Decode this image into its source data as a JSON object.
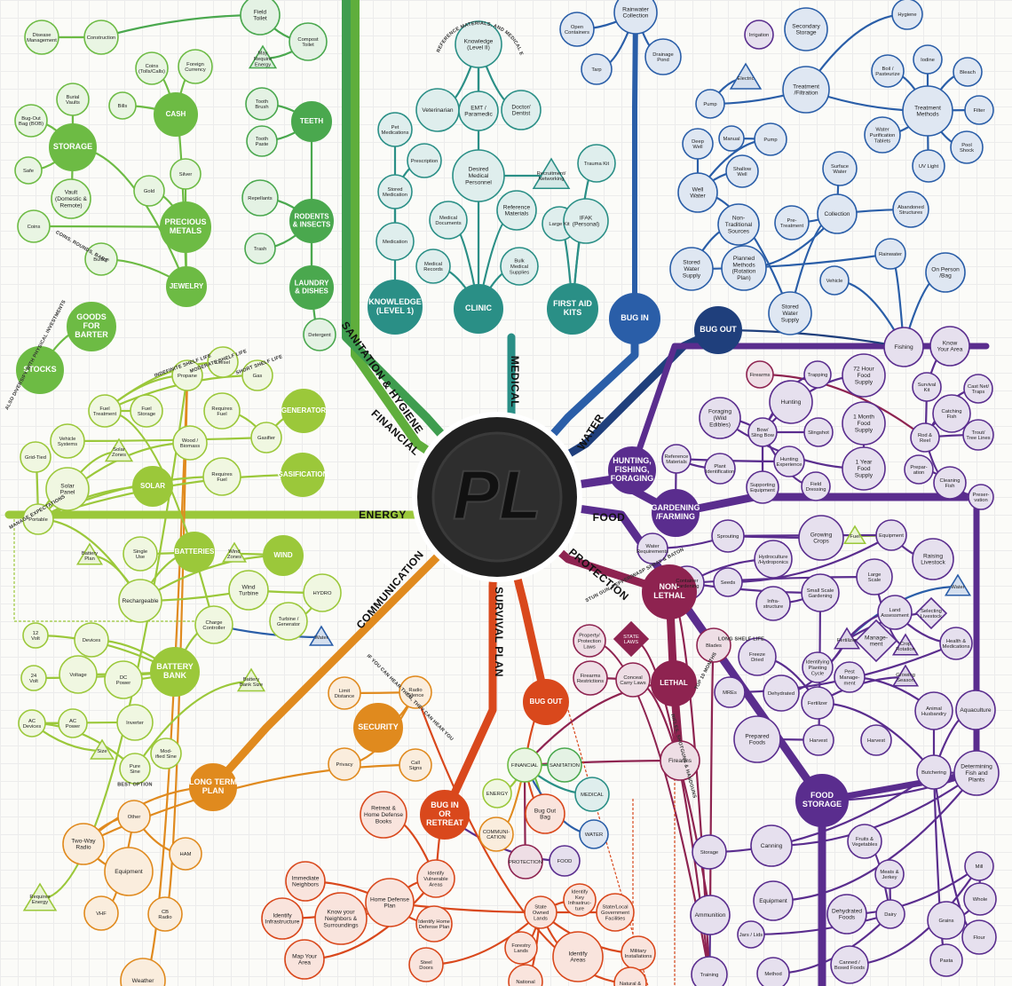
{
  "hub": {
    "logo_text": "PL"
  },
  "categories": [
    {
      "id": "financial",
      "label": "FINANCIAL",
      "color": "#5fae3c"
    },
    {
      "id": "sanitation",
      "label": "SANITATION & HYGIENE",
      "color": "#3f9d4f"
    },
    {
      "id": "medical",
      "label": "MEDICAL",
      "color": "#2a8f86"
    },
    {
      "id": "water",
      "label": "WATER",
      "color": "#2a5ea8"
    },
    {
      "id": "food",
      "label": "FOOD",
      "color": "#5a2d8e"
    },
    {
      "id": "protection",
      "label": "PROTECTION",
      "color": "#8e2350"
    },
    {
      "id": "survival",
      "label": "SURVIVAL PLAN",
      "color": "#d9481c"
    },
    {
      "id": "communication",
      "label": "COMMUNICATION",
      "color": "#e08a1e"
    },
    {
      "id": "energy",
      "label": "ENERGY",
      "color": "#9bc83a"
    }
  ],
  "nodes": [
    {
      "t": "Disease\nManagement",
      "c": "#6dbb44"
    },
    {
      "t": "Construction",
      "c": "#6dbb44"
    },
    {
      "t": "Field\nToilet",
      "c": "#4aa84e"
    },
    {
      "t": "Compost\nToilet",
      "c": "#4aa84e"
    },
    {
      "t": "May\nRequire\nEnergy",
      "c": "#4aa84e"
    },
    {
      "t": "Coins\n(Tolls/Calls)",
      "c": "#6dbb44"
    },
    {
      "t": "Foreign\nCurrency",
      "c": "#6dbb44"
    },
    {
      "t": "Bills",
      "c": "#6dbb44"
    },
    {
      "t": "CASH",
      "c": "#6dbb44"
    },
    {
      "t": "Burial\nVaults",
      "c": "#6dbb44"
    },
    {
      "t": "Bug-Out\nBag (BOB)",
      "c": "#6dbb44"
    },
    {
      "t": "STORAGE",
      "c": "#6dbb44"
    },
    {
      "t": "Safe",
      "c": "#6dbb44"
    },
    {
      "t": "Vault\n(Domestic &\nRemote)",
      "c": "#6dbb44"
    },
    {
      "t": "Coins",
      "c": "#6dbb44"
    },
    {
      "t": "Gold",
      "c": "#6dbb44"
    },
    {
      "t": "Silver",
      "c": "#6dbb44"
    },
    {
      "t": "PRECIOUS\nMETALS",
      "c": "#6dbb44"
    },
    {
      "t": "Bullion",
      "c": "#6dbb44"
    },
    {
      "t": "JEWELRY",
      "c": "#6dbb44"
    },
    {
      "t": "GOODS\nFOR\nBARTER",
      "c": "#6dbb44"
    },
    {
      "t": "STOCKS",
      "c": "#6dbb44"
    },
    {
      "t": "Tooth\nBrush",
      "c": "#4aa84e"
    },
    {
      "t": "Tooth\nPaste",
      "c": "#4aa84e"
    },
    {
      "t": "TEETH",
      "c": "#4aa84e"
    },
    {
      "t": "Repellants",
      "c": "#4aa84e"
    },
    {
      "t": "RODENTS\n& INSECTS",
      "c": "#4aa84e"
    },
    {
      "t": "Trash",
      "c": "#4aa84e"
    },
    {
      "t": "LAUNDRY\n& DISHES",
      "c": "#4aa84e"
    },
    {
      "t": "Detergent",
      "c": "#4aa84e"
    },
    {
      "t": "Knowledge\n(Level II)",
      "c": "#2a8f86"
    },
    {
      "t": "Veterinarian",
      "c": "#2a8f86"
    },
    {
      "t": "EMT /\nParamedic",
      "c": "#2a8f86"
    },
    {
      "t": "Doctor/\nDentist",
      "c": "#2a8f86"
    },
    {
      "t": "Pet\nMedications",
      "c": "#2a8f86"
    },
    {
      "t": "Prescription",
      "c": "#2a8f86"
    },
    {
      "t": "Stored\nMedication",
      "c": "#2a8f86"
    },
    {
      "t": "Medication",
      "c": "#2a8f86"
    },
    {
      "t": "Desired\nMedical\nPersonnel",
      "c": "#2a8f86"
    },
    {
      "t": "Recruitment/\nNetworking",
      "c": "#2a8f86"
    },
    {
      "t": "Trauma Kit",
      "c": "#2a8f86"
    },
    {
      "t": "Medical\nDocuments",
      "c": "#2a8f86"
    },
    {
      "t": "Reference\nMaterials",
      "c": "#2a8f86"
    },
    {
      "t": "Large Kit",
      "c": "#2a8f86"
    },
    {
      "t": "Medical\nRecords",
      "c": "#2a8f86"
    },
    {
      "t": "Bulk\nMedical\nSupplies",
      "c": "#2a8f86"
    },
    {
      "t": "IFAK\n(Personal)",
      "c": "#2a8f86"
    },
    {
      "t": "KNOWLEDGE\n(LEVEL 1)",
      "c": "#2a8f86"
    },
    {
      "t": "CLINIC",
      "c": "#2a8f86"
    },
    {
      "t": "FIRST AID\nKITS",
      "c": "#2a8f86"
    },
    {
      "t": "Rainwater\nCollection",
      "c": "#2a5ea8"
    },
    {
      "t": "Open\nContainers",
      "c": "#2a5ea8"
    },
    {
      "t": "Tarp",
      "c": "#2a5ea8"
    },
    {
      "t": "Drainage\nPond",
      "c": "#2a5ea8"
    },
    {
      "t": "Irrigation",
      "c": "#5a2d8e"
    },
    {
      "t": "Secondary\nStorage",
      "c": "#2a5ea8"
    },
    {
      "t": "Hygiene",
      "c": "#2a5ea8"
    },
    {
      "t": "Electric",
      "c": "#2a5ea8"
    },
    {
      "t": "Pump",
      "c": "#2a5ea8"
    },
    {
      "t": "Treatment\n/Filtration",
      "c": "#2a5ea8"
    },
    {
      "t": "Boil /\nPasteurize",
      "c": "#2a5ea8"
    },
    {
      "t": "Iodine",
      "c": "#2a5ea8"
    },
    {
      "t": "Bleach",
      "c": "#2a5ea8"
    },
    {
      "t": "Treatment\nMethods",
      "c": "#2a5ea8"
    },
    {
      "t": "Filter",
      "c": "#2a5ea8"
    },
    {
      "t": "Water\nPurification\nTablets",
      "c": "#2a5ea8"
    },
    {
      "t": "UV Light",
      "c": "#2a5ea8"
    },
    {
      "t": "Pool\nShock",
      "c": "#2a5ea8"
    },
    {
      "t": "Deep\nWell",
      "c": "#2a5ea8"
    },
    {
      "t": "Manual",
      "c": "#2a5ea8"
    },
    {
      "t": "Pump",
      "c": "#2a5ea8"
    },
    {
      "t": "Shallow\nWell",
      "c": "#2a5ea8"
    },
    {
      "t": "Well\nWater",
      "c": "#2a5ea8"
    },
    {
      "t": "Surface\nWater",
      "c": "#2a5ea8"
    },
    {
      "t": "Non-\nTraditional\nSources",
      "c": "#2a5ea8"
    },
    {
      "t": "Pre-\nTreatment",
      "c": "#2a5ea8"
    },
    {
      "t": "Collection",
      "c": "#2a5ea8"
    },
    {
      "t": "Abandoned\nStructures",
      "c": "#2a5ea8"
    },
    {
      "t": "Stored\nWater\nSupply",
      "c": "#2a5ea8"
    },
    {
      "t": "Planned\nMethods\n(Rotation\nPlan)",
      "c": "#2a5ea8"
    },
    {
      "t": "Rainwater",
      "c": "#2a5ea8"
    },
    {
      "t": "Vehicle",
      "c": "#2a5ea8"
    },
    {
      "t": "On Person\n/Bag",
      "c": "#2a5ea8"
    },
    {
      "t": "BUG IN",
      "c": "#2a5ea8"
    },
    {
      "t": "Stored\nWater\nSupply",
      "c": "#2a5ea8"
    },
    {
      "t": "BUG OUT",
      "c": "#1f3f7c"
    },
    {
      "t": "Fishing",
      "c": "#5a2d8e"
    },
    {
      "t": "Know\nYour Area",
      "c": "#5a2d8e"
    },
    {
      "t": "Survival\nKit",
      "c": "#5a2d8e"
    },
    {
      "t": "Cast Net/\nTraps",
      "c": "#5a2d8e"
    },
    {
      "t": "Catching\nFish",
      "c": "#5a2d8e"
    },
    {
      "t": "Rod &\nReel",
      "c": "#5a2d8e"
    },
    {
      "t": "Trout/\nTree Lines",
      "c": "#5a2d8e"
    },
    {
      "t": "Firearms",
      "c": "#8e2350"
    },
    {
      "t": "Trapping",
      "c": "#5a2d8e"
    },
    {
      "t": "Hunting",
      "c": "#5a2d8e"
    },
    {
      "t": "Bow/\nSling Bow",
      "c": "#5a2d8e"
    },
    {
      "t": "Slingshot",
      "c": "#5a2d8e"
    },
    {
      "t": "72 Hour\nFood\nSupply",
      "c": "#5a2d8e"
    },
    {
      "t": "1 Month\nFood\nSupply",
      "c": "#5a2d8e"
    },
    {
      "t": "1 Year\nFood\nSupply",
      "c": "#5a2d8e"
    },
    {
      "t": "Foraging\n(Wild\nEdibles)",
      "c": "#5a2d8e"
    },
    {
      "t": "Reference\nMaterials",
      "c": "#5a2d8e"
    },
    {
      "t": "Plant\nIdentification",
      "c": "#5a2d8e"
    },
    {
      "t": "Hunting\nExperience",
      "c": "#5a2d8e"
    },
    {
      "t": "Supporting\nEquipment",
      "c": "#5a2d8e"
    },
    {
      "t": "Field\nDressing",
      "c": "#5a2d8e"
    },
    {
      "t": "Prepar-\nation",
      "c": "#5a2d8e"
    },
    {
      "t": "Cleaning\nFish",
      "c": "#5a2d8e"
    },
    {
      "t": "Preser-\nvation",
      "c": "#5a2d8e"
    },
    {
      "t": "HUNTING,\nFISHING,\nFORAGING",
      "c": "#5a2d8e"
    },
    {
      "t": "GARDENING\n/FARMING",
      "c": "#5a2d8e"
    },
    {
      "t": "Water\nRequirements",
      "c": "#5a2d8e"
    },
    {
      "t": "Sprouting",
      "c": "#5a2d8e"
    },
    {
      "t": "Growing\nCrops",
      "c": "#5a2d8e"
    },
    {
      "t": "Fuel",
      "c": "#9bc83a"
    },
    {
      "t": "Equipment",
      "c": "#5a2d8e"
    },
    {
      "t": "Raising\nLivestock",
      "c": "#5a2d8e"
    },
    {
      "t": "Hydroculture\n/Hydroponics",
      "c": "#5a2d8e"
    },
    {
      "t": "Seeds",
      "c": "#5a2d8e"
    },
    {
      "t": "Container\nGardening",
      "c": "#5a2d8e"
    },
    {
      "t": "Infra-\nstructure",
      "c": "#5a2d8e"
    },
    {
      "t": "Small Scale\nGardening",
      "c": "#5a2d8e"
    },
    {
      "t": "Large\nScale",
      "c": "#5a2d8e"
    },
    {
      "t": "Water",
      "c": "#2a5ea8"
    },
    {
      "t": "Land\nAssessment",
      "c": "#5a2d8e"
    },
    {
      "t": "Selecting\nLivestock",
      "c": "#5a2d8e"
    },
    {
      "t": "Fertilizer",
      "c": "#5a2d8e"
    },
    {
      "t": "Manage-\nment",
      "c": "#5a2d8e"
    },
    {
      "t": "Crop\nRotation",
      "c": "#5a2d8e"
    },
    {
      "t": "Health &\nMedications",
      "c": "#5a2d8e"
    },
    {
      "t": "Identifying\nPlanting\nCycle",
      "c": "#5a2d8e"
    },
    {
      "t": "Pest\nManage-\nment",
      "c": "#5a2d8e"
    },
    {
      "t": "Growing\nSeason",
      "c": "#5a2d8e"
    },
    {
      "t": "Freeze\nDried",
      "c": "#5a2d8e"
    },
    {
      "t": "MREs",
      "c": "#5a2d8e"
    },
    {
      "t": "Dehydrated",
      "c": "#5a2d8e"
    },
    {
      "t": "Fertilizer",
      "c": "#5a2d8e"
    },
    {
      "t": "Animal\nHusbandry",
      "c": "#5a2d8e"
    },
    {
      "t": "Aquaculture",
      "c": "#5a2d8e"
    },
    {
      "t": "Prepared\nFoods",
      "c": "#5a2d8e"
    },
    {
      "t": "Harvest",
      "c": "#5a2d8e"
    },
    {
      "t": "Harvest",
      "c": "#5a2d8e"
    },
    {
      "t": "Butchering",
      "c": "#5a2d8e"
    },
    {
      "t": "Determining\nFish and\nPlants",
      "c": "#5a2d8e"
    },
    {
      "t": "FOOD\nSTORAGE",
      "c": "#5a2d8e"
    },
    {
      "t": "Canning",
      "c": "#5a2d8e"
    },
    {
      "t": "Equipment",
      "c": "#5a2d8e"
    },
    {
      "t": "Jars / Lids",
      "c": "#5a2d8e"
    },
    {
      "t": "Method",
      "c": "#5a2d8e"
    },
    {
      "t": "Fruits &\nVegetables",
      "c": "#5a2d8e"
    },
    {
      "t": "Meats &\nJerkey",
      "c": "#5a2d8e"
    },
    {
      "t": "Dairy",
      "c": "#5a2d8e"
    },
    {
      "t": "Dehydrated\nFoods",
      "c": "#5a2d8e"
    },
    {
      "t": "Canned /\nBoxed Foods",
      "c": "#5a2d8e"
    },
    {
      "t": "Mill",
      "c": "#5a2d8e"
    },
    {
      "t": "Whole",
      "c": "#5a2d8e"
    },
    {
      "t": "Grains",
      "c": "#5a2d8e"
    },
    {
      "t": "Flour",
      "c": "#5a2d8e"
    },
    {
      "t": "Pasta",
      "c": "#5a2d8e"
    },
    {
      "t": "Storage",
      "c": "#5a2d8e"
    },
    {
      "t": "Ammunition",
      "c": "#5a2d8e"
    },
    {
      "t": "Training",
      "c": "#5a2d8e"
    },
    {
      "t": "NON-\nLETHAL",
      "c": "#8e2350"
    },
    {
      "t": "STATE\nLAWS",
      "c": "#8e2350"
    },
    {
      "t": "Property/\nProtection\nLaws",
      "c": "#8e2350"
    },
    {
      "t": "Firearms\nRestrictions",
      "c": "#8e2350"
    },
    {
      "t": "Conceal\nCarry Laws",
      "c": "#8e2350"
    },
    {
      "t": "Blades",
      "c": "#8e2350"
    },
    {
      "t": "LETHAL",
      "c": "#8e2350"
    },
    {
      "t": "Firearms",
      "c": "#8e2350"
    },
    {
      "t": "BUG OUT",
      "c": "#d9481c"
    },
    {
      "t": "FINANCIAL",
      "c": "#6dbb44"
    },
    {
      "t": "SANITATION",
      "c": "#4aa84e"
    },
    {
      "t": "ENERGY",
      "c": "#9bc83a"
    },
    {
      "t": "MEDICAL",
      "c": "#2a8f86"
    },
    {
      "t": "Bug Out\nBag",
      "c": "#d9481c"
    },
    {
      "t": "COMMUNI-\nCATION",
      "c": "#e08a1e"
    },
    {
      "t": "WATER",
      "c": "#2a5ea8"
    },
    {
      "t": "PROTECTION",
      "c": "#8e2350"
    },
    {
      "t": "FOOD",
      "c": "#5a2d8e"
    },
    {
      "t": "BUG IN\nOR\nRETREAT",
      "c": "#d9481c"
    },
    {
      "t": "Retreat &\nHome Defense\nBooks",
      "c": "#d9481c"
    },
    {
      "t": "Identify\nVulnerable\nAreas",
      "c": "#d9481c"
    },
    {
      "t": "Immediate\nNeighbors",
      "c": "#d9481c"
    },
    {
      "t": "Home Defense\nPlan",
      "c": "#d9481c"
    },
    {
      "t": "Identify\nInfrastructure",
      "c": "#d9481c"
    },
    {
      "t": "Know your\nNeighbors &\nSurroundings",
      "c": "#d9481c"
    },
    {
      "t": "Identify Home\nDefense Plan",
      "c": "#d9481c"
    },
    {
      "t": "Map Your\nArea",
      "c": "#d9481c"
    },
    {
      "t": "Steel\nDoors",
      "c": "#d9481c"
    },
    {
      "t": "Identify\nKey\nInfrastruc-\nture",
      "c": "#d9481c"
    },
    {
      "t": "State\nOwned\nLands",
      "c": "#d9481c"
    },
    {
      "t": "State/Local\nGovernment\nFacilities",
      "c": "#d9481c"
    },
    {
      "t": "Forestry\nLands",
      "c": "#d9481c"
    },
    {
      "t": "Identify\nAreas",
      "c": "#d9481c"
    },
    {
      "t": "Military\nInstallations",
      "c": "#d9481c"
    },
    {
      "t": "National",
      "c": "#d9481c"
    },
    {
      "t": "Natural &",
      "c": "#d9481c"
    },
    {
      "t": "Limit\nDistance",
      "c": "#e08a1e"
    },
    {
      "t": "Radio\nSilence",
      "c": "#e08a1e"
    },
    {
      "t": "SECURITY",
      "c": "#e08a1e"
    },
    {
      "t": "Privacy",
      "c": "#e08a1e"
    },
    {
      "t": "Call\nSigns",
      "c": "#e08a1e"
    },
    {
      "t": "LONG TERM\nPLAN",
      "c": "#e08a1e"
    },
    {
      "t": "Other",
      "c": "#e08a1e"
    },
    {
      "t": "Two-Way\nRadio",
      "c": "#e08a1e"
    },
    {
      "t": "Equipment",
      "c": "#e08a1e"
    },
    {
      "t": "HAM",
      "c": "#e08a1e"
    },
    {
      "t": "VHF",
      "c": "#e08a1e"
    },
    {
      "t": "CB\nRadio",
      "c": "#e08a1e"
    },
    {
      "t": "Requires\nEnergy",
      "c": "#9bc83a"
    },
    {
      "t": "Weather",
      "c": "#e08a1e"
    },
    {
      "t": "Propane",
      "c": "#9bc83a"
    },
    {
      "t": "Diesel",
      "c": "#9bc83a"
    },
    {
      "t": "Gas",
      "c": "#9bc83a"
    },
    {
      "t": "Fuel\nTreatment",
      "c": "#9bc83a"
    },
    {
      "t": "Fuel\nStorage",
      "c": "#9bc83a"
    },
    {
      "t": "Requires\nFuel",
      "c": "#9bc83a"
    },
    {
      "t": "GENERATOR",
      "c": "#9bc83a"
    },
    {
      "t": "Vehicle\nSystems",
      "c": "#9bc83a"
    },
    {
      "t": "Gasifier",
      "c": "#9bc83a"
    },
    {
      "t": "Wood /\nBiomass",
      "c": "#9bc83a"
    },
    {
      "t": "Grid-Tied",
      "c": "#9bc83a"
    },
    {
      "t": "Solar\nZones",
      "c": "#9bc83a"
    },
    {
      "t": "Solar\nPanel",
      "c": "#9bc83a"
    },
    {
      "t": "SOLAR",
      "c": "#9bc83a"
    },
    {
      "t": "Requires\nFuel",
      "c": "#9bc83a"
    },
    {
      "t": "GASIFICATION",
      "c": "#9bc83a"
    },
    {
      "t": "Portable",
      "c": "#9bc83a"
    },
    {
      "t": "Battery\nPlan",
      "c": "#9bc83a"
    },
    {
      "t": "Single\nUse",
      "c": "#9bc83a"
    },
    {
      "t": "BATTERIES",
      "c": "#9bc83a"
    },
    {
      "t": "Wind\nZones",
      "c": "#9bc83a"
    },
    {
      "t": "WIND",
      "c": "#9bc83a"
    },
    {
      "t": "Rechargeable",
      "c": "#9bc83a"
    },
    {
      "t": "Wind\nTurbine",
      "c": "#9bc83a"
    },
    {
      "t": "HYDRO",
      "c": "#9bc83a"
    },
    {
      "t": "Turbine /\nGenerator",
      "c": "#9bc83a"
    },
    {
      "t": "Water",
      "c": "#2a5ea8"
    },
    {
      "t": "Charge\nController",
      "c": "#9bc83a"
    },
    {
      "t": "12\nVolt",
      "c": "#9bc83a"
    },
    {
      "t": "Devices",
      "c": "#9bc83a"
    },
    {
      "t": "24\nVolt",
      "c": "#9bc83a"
    },
    {
      "t": "Voltage",
      "c": "#9bc83a"
    },
    {
      "t": "DC\nPower",
      "c": "#9bc83a"
    },
    {
      "t": "BATTERY\nBANK",
      "c": "#9bc83a"
    },
    {
      "t": "Battery\nBank Size",
      "c": "#9bc83a"
    },
    {
      "t": "AC\nDevices",
      "c": "#9bc83a"
    },
    {
      "t": "AC\nPower",
      "c": "#9bc83a"
    },
    {
      "t": "Inverter",
      "c": "#9bc83a"
    },
    {
      "t": "Size",
      "c": "#9bc83a"
    },
    {
      "t": "Pure\nSine",
      "c": "#9bc83a"
    },
    {
      "t": "Mod-\nified Sine",
      "c": "#9bc83a"
    }
  ],
  "annotations": [
    "BEST OPTION",
    "ALSO DIVERSIFY WITH PHYSICAL INVESTMENTS",
    "COINS, ROUNDS, BARS",
    "ADVANCED REFERENCE MATERIALS, AND MEDICAL EQUIPMENT",
    "STUN GUN, PEPPER/WASP SPRAY & BATON",
    "LONG SHELF LIFE",
    "SHORT SHELF LIFE",
    "MODERATE SHELF LIFE",
    "INDEFINITE SHELF LIFE",
    "IF YOU CAN HEAR THEM, THEY CAN HEAR YOU",
    "RIFLES, SHOTGUNS & HANDGUNS",
    "MANAGE EXPECTATIONS",
    "TOP 10 MONTHS"
  ]
}
